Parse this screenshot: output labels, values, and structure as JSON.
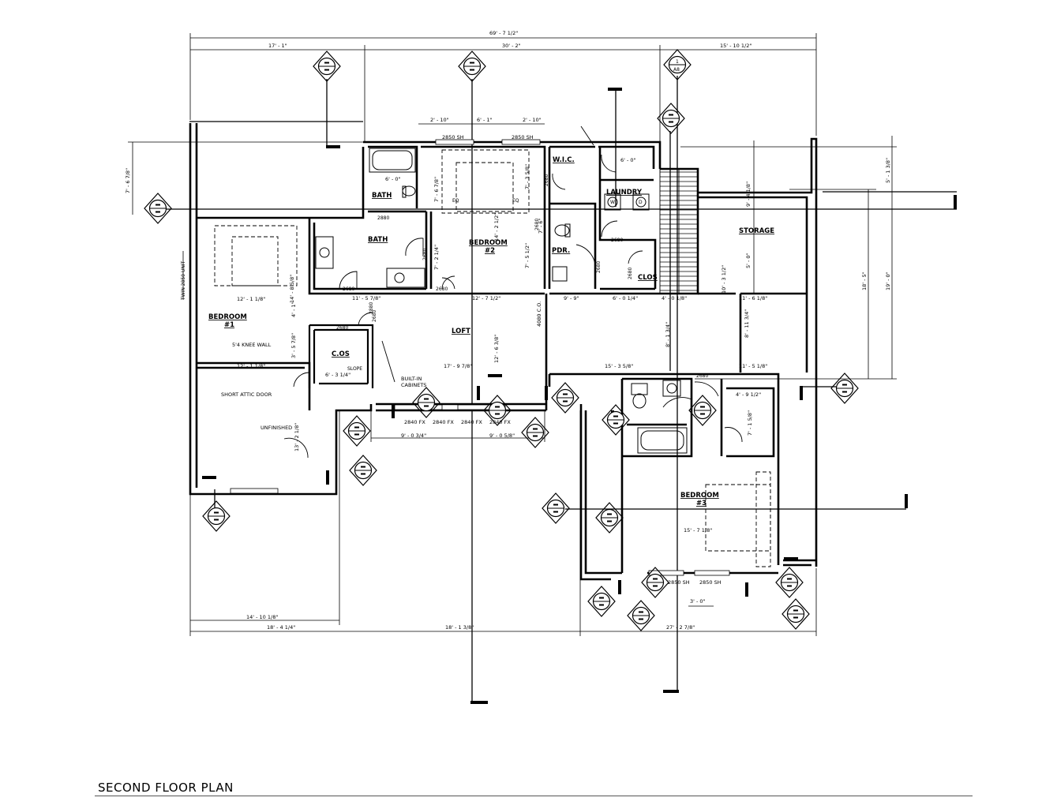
{
  "title": "SECOND FLOOR PLAN",
  "rooms": {
    "bath_upper": "BATH",
    "bath_lower": "BATH",
    "bedroom2": "BEDROOM",
    "bedroom2_num": "#2",
    "wic": "W.I.C.",
    "laundry": "LAUNDRY",
    "pdr": "PDR.",
    "clos_small": "CLOS",
    "storage": "STORAGE",
    "bedroom1": "BEDROOM",
    "bedroom1_num": "#1",
    "loft": "LOFT",
    "clos": "C.OS",
    "bedroom3": "BEDROOM",
    "bedroom3_num": "#3"
  },
  "notes": {
    "knee_wall": "5'4 KNEE WALL",
    "short_attic": "SHORT ATTIC DOOR",
    "unfinished": "UNFINISHED",
    "slope": "SLOPE",
    "builtin1": "BUILT-IN",
    "builtin2": "CABINETS",
    "twin_unit": "TWIN 2850 UNIT",
    "eq1": "EQ",
    "eq2": "EQ",
    "w": "W",
    "d": "D"
  },
  "dims": {
    "top_overall": "69' - 7 1/2\"",
    "top_a": "17' - 1\"",
    "top_b": "30' - 2\"",
    "top_c": "15' - 10 1/2\"",
    "win_a": "2' - 10\"",
    "win_b": "6' - 1\"",
    "win_c": "2' - 10\"",
    "sh1": "2850 SH",
    "sh2": "2850 SH",
    "left_v": "7' - 6 7/8\"",
    "right_v1": "5' - 1 3/8\"",
    "right_v2": "18' - 5\"",
    "right_v3": "19' - 0\"",
    "right_v4": "9' - 4 1/8\"",
    "right_v5": "5' - 0\"",
    "bed1_w": "12' - 1 1/8\"",
    "bed1_h": "14' - 8 5/8\"",
    "bed1_w2": "12' - 1 1/8\"",
    "bath_6": "6' - 0\"",
    "bath_v": "7' - 6 7/8\"",
    "bath2_v": "7' - 2 1/4\"",
    "bed2_v1": "7' - 3 5/8\"",
    "bed2_v2": "7' - 5 1/2\"",
    "bed2_v3": "14' - 2 1/2\"",
    "loft_a": "11' - 5 7/8\"",
    "loft_b": "12' - 7 1/2\"",
    "loft_c": "9' - 9\"",
    "loft_d": "6' - 0 1/4\"",
    "loft_e": "4' - 0 1/8\"",
    "loft_f": "11' - 6 1/8\"",
    "loft_w": "17' - 9 7/8\"",
    "loft_v": "12' - 6 3/8\"",
    "loft_w2": "15' - 3 5/8\"",
    "loft_g": "11' - 5 1/8\"",
    "wic_6": "6' - 0\"",
    "wic_v": "7' - 6\"",
    "clos_v1": "4' - 1\"",
    "clos_v2": "3' - 5 7/8\"",
    "clos_h": "6' - 3 1/4\"",
    "stair_v": "8' - 1 3/4\"",
    "stair_v2": "10' - 3 1/2\"",
    "stor_v": "8' - 11 3/4\"",
    "unf_v": "13' - 2 1/8\"",
    "fx1": "2840 FX",
    "fx2": "2840 FX",
    "fx3": "2840 FX",
    "fx4": "2840 FX",
    "btm_a": "9' - 0 3/4\"",
    "btm_b": "9' - 0 5/8\"",
    "d2880_1": "2880",
    "d2680_1": "2680",
    "d2680_2": "2680",
    "d2680_3": "2680",
    "d2680_4": "2680",
    "d2680_5": "2680",
    "d2680_6": "2680",
    "d2680_7": "2680",
    "d2680_8": "2680",
    "d2680_9": "2680",
    "d2680_10": "2680",
    "d2680_11": "2680",
    "d2880_2": "2880",
    "cased": "4080 C.O.",
    "bed3_a": "4' - 9 1/2\"",
    "bed3_b": "7' - 1 5/8\"",
    "bed3_w": "15' - 7 1/8\"",
    "bed3_sh1": "2850 SH",
    "bed3_sh2": "2850 SH",
    "bed3_3": "3' - 0\"",
    "bot_a": "14' - 10 1/8\"",
    "bot_b": "18' - 4 1/4\"",
    "bot_c": "18' - 1 3/8\"",
    "bot_d": "27' - 2 7/8\""
  },
  "section_marker": {
    "num": "1",
    "sheet": "A8"
  }
}
